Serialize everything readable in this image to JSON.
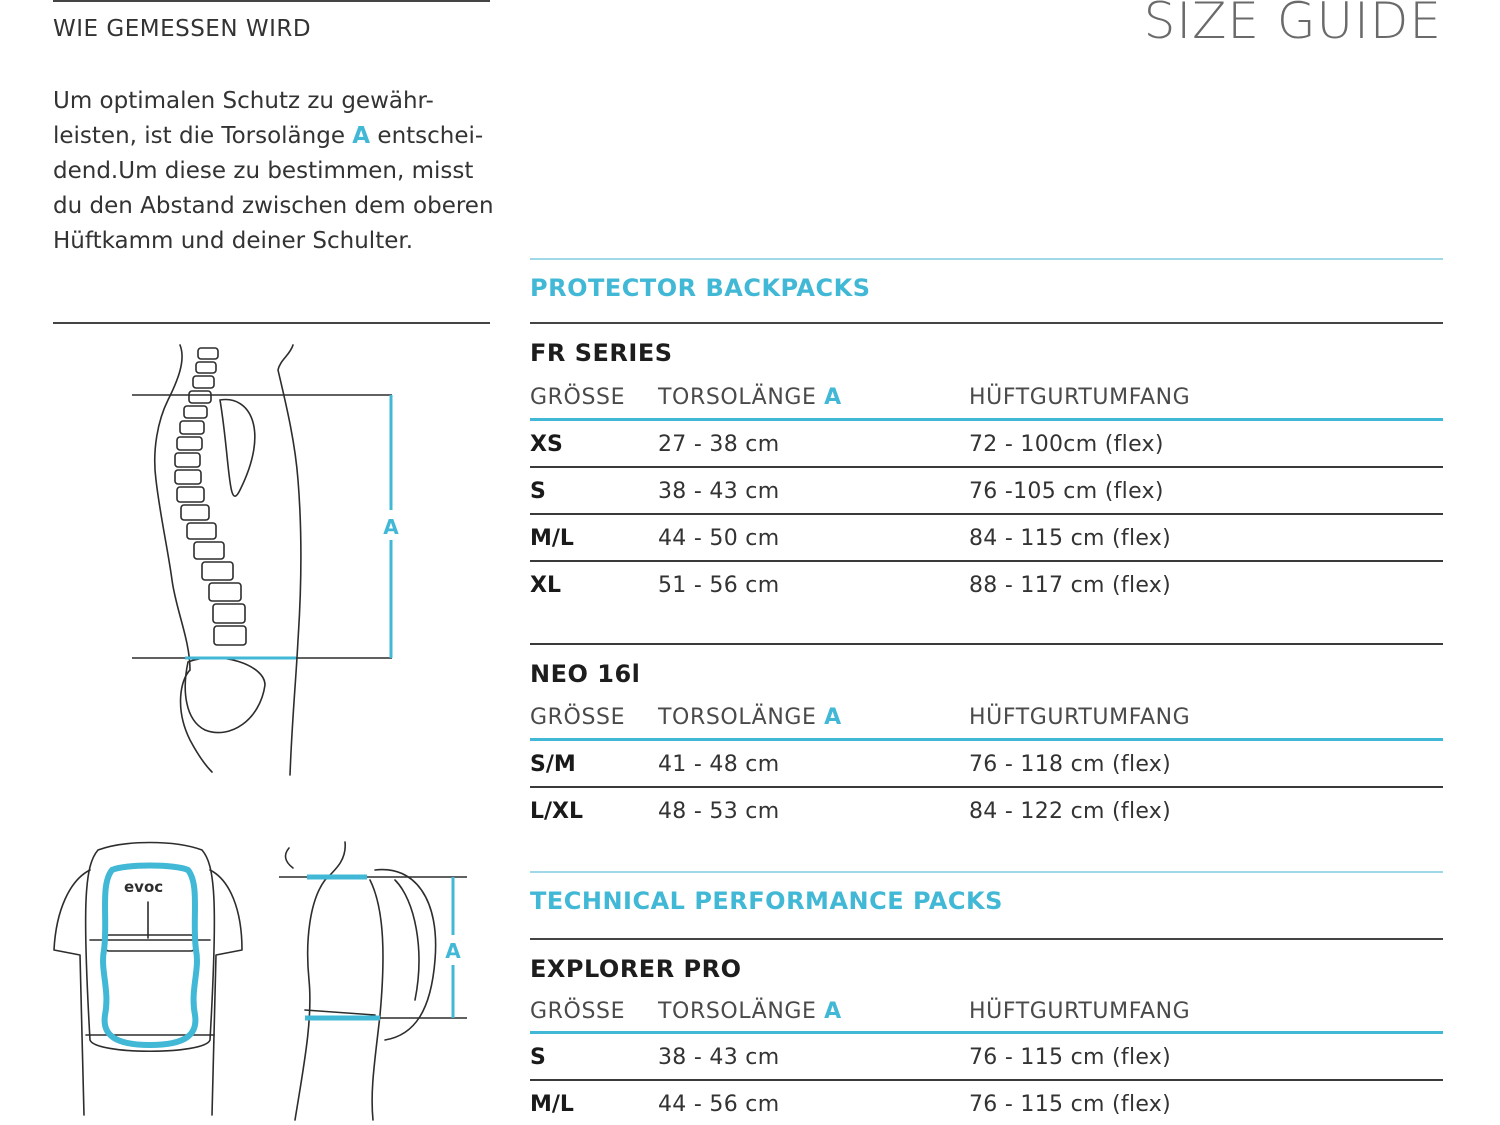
{
  "header": {
    "section_title": "WIE GEMESSEN WIRD",
    "guide_title": "SIZE GUIDE"
  },
  "intro": {
    "line1": "Um optimalen Schutz zu gewähr-",
    "line2_before": "leisten, ist die Torsolänge",
    "line2_accent": "A",
    "line2_after": "entschei-",
    "line3": "dend.Um diese zu bestimmen, misst",
    "line4": "du den Abstand zwischen dem oberen",
    "line5": "Hüftkamm und deiner Schulter."
  },
  "illustration": {
    "marker_label": "A",
    "logo_text": "evoc"
  },
  "columns": {
    "size": "GRÖSSE",
    "torso": "TORSOLÄNGE",
    "torso_accent": "A",
    "hip": "HÜFTGURTUMFANG"
  },
  "categories": [
    {
      "title": "PROTECTOR BACKPACKS",
      "series": [
        {
          "name": "FR SERIES",
          "rows": [
            {
              "size": "XS",
              "torso": "27 - 38 cm",
              "hip": "72 - 100cm (flex)"
            },
            {
              "size": "S",
              "torso": "38 - 43 cm",
              "hip": "76 -105 cm (flex)"
            },
            {
              "size": "M/L",
              "torso": "44 - 50 cm",
              "hip": "84 - 115 cm (flex)"
            },
            {
              "size": "XL",
              "torso": "51 - 56 cm",
              "hip": "88 - 117 cm (flex)"
            }
          ]
        },
        {
          "name": "NEO 16l",
          "rows": [
            {
              "size": "S/M",
              "torso": "41 - 48 cm",
              "hip": "76 - 118 cm (flex)"
            },
            {
              "size": "L/XL",
              "torso": "48 - 53 cm",
              "hip": "84 - 122 cm (flex)"
            }
          ]
        }
      ]
    },
    {
      "title": "TECHNICAL PERFORMANCE PACKS",
      "series": [
        {
          "name": "EXPLORER PRO",
          "rows": [
            {
              "size": "S",
              "torso": "38 - 43 cm",
              "hip": "76 - 115 cm (flex)"
            },
            {
              "size": "M/L",
              "torso": "44 - 56 cm",
              "hip": "76 - 115 cm (flex)"
            }
          ]
        }
      ]
    }
  ],
  "colors": {
    "accent": "#41b8d5",
    "text": "#2b2b2b"
  }
}
